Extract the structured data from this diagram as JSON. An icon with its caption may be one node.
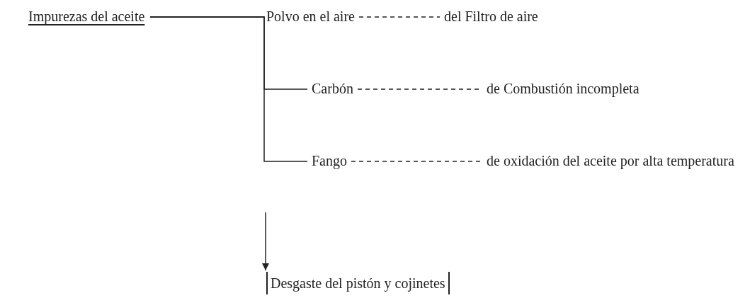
{
  "diagram": {
    "nodes": [
      {
        "text": [
          "Impurezas del aceite"
        ]
      },
      {
        "text": [
          "Polvo en el aire"
        ]
      },
      {
        "text": [
          "del Filtro de aire"
        ]
      },
      {
        "text": [
          "Carbón"
        ]
      },
      {
        "text": [
          "de Combustión incompleta"
        ]
      },
      {
        "text": [
          "Fango"
        ]
      },
      {
        "text": [
          "de oxidación del aceite por alta temperatura"
        ]
      },
      {
        "text": [
          "Desgaste del pistón y cojinetes"
        ]
      }
    ],
    "edges": [
      {
        "from": 0,
        "to": 1,
        "arrow": "none"
      },
      {
        "from": 0,
        "to": 3,
        "arrow": "none"
      },
      {
        "from": 0,
        "to": 5,
        "arrow": "none"
      },
      {
        "from": 1,
        "to": 2,
        "arrow": "none",
        "style": "dashed"
      },
      {
        "from": 3,
        "to": 4,
        "arrow": "none",
        "style": "dashed"
      },
      {
        "from": 5,
        "to": 6,
        "arrow": "none",
        "style": "dashed"
      },
      {
        "from": null,
        "to": 7,
        "arrow": "to"
      }
    ]
  }
}
